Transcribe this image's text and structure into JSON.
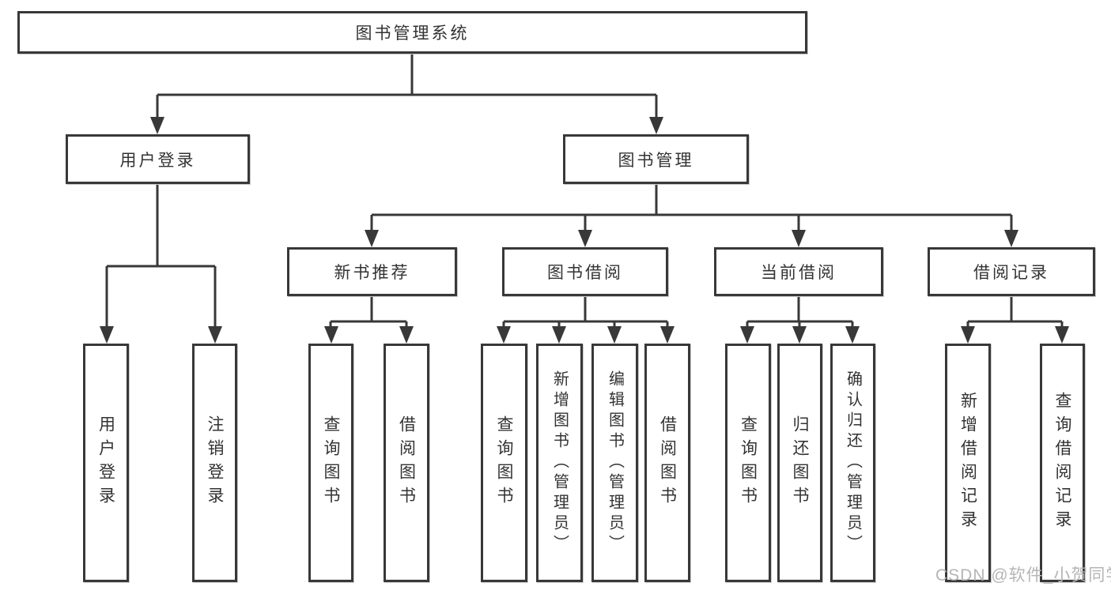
{
  "diagram": {
    "root": {
      "label": "图书管理系统"
    },
    "branches": [
      {
        "label": "用户登录",
        "children": [
          {
            "label": "用户登录"
          },
          {
            "label": "注销登录"
          }
        ]
      },
      {
        "label": "图书管理",
        "children": [
          {
            "label": "新书推荐",
            "children": [
              {
                "label": "查询图书"
              },
              {
                "label": "借阅图书"
              }
            ]
          },
          {
            "label": "图书借阅",
            "children": [
              {
                "label": "查询图书"
              },
              {
                "label": "新增图书（管理员）"
              },
              {
                "label": "编辑图书（管理员）"
              },
              {
                "label": "借阅图书"
              }
            ]
          },
          {
            "label": "当前借阅",
            "children": [
              {
                "label": "查询图书"
              },
              {
                "label": "归还图书"
              },
              {
                "label": "确认归还（管理员）"
              }
            ]
          },
          {
            "label": "借阅记录",
            "children": [
              {
                "label": "新增借阅记录"
              },
              {
                "label": "查询借阅记录"
              }
            ]
          }
        ]
      }
    ]
  },
  "watermark": {
    "text": "CSDN @软件_小贺同学"
  },
  "colors": {
    "line": "#383838",
    "node_border": "#383838",
    "node_bg": "#ffffff",
    "watermark": "#b5b5b5",
    "page_bg": "#ffffff"
  }
}
